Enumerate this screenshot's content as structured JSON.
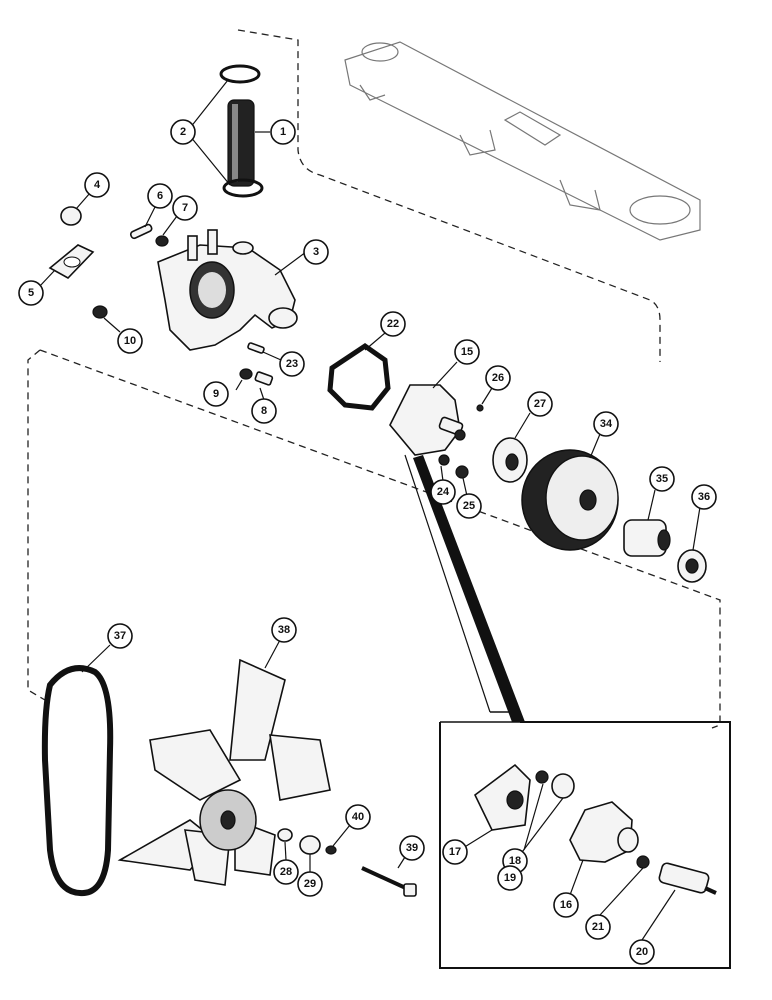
{
  "diagram": {
    "parts": [
      {
        "id": "1",
        "name": "part-1"
      },
      {
        "id": "2",
        "name": "part-2"
      },
      {
        "id": "3",
        "name": "part-3"
      },
      {
        "id": "4",
        "name": "part-4"
      },
      {
        "id": "5",
        "name": "part-5"
      },
      {
        "id": "6",
        "name": "part-6"
      },
      {
        "id": "7",
        "name": "part-7"
      },
      {
        "id": "8",
        "name": "part-8"
      },
      {
        "id": "9",
        "name": "part-9"
      },
      {
        "id": "10",
        "name": "part-10"
      },
      {
        "id": "15",
        "name": "part-15"
      },
      {
        "id": "16",
        "name": "part-16"
      },
      {
        "id": "17",
        "name": "part-17"
      },
      {
        "id": "18",
        "name": "part-18"
      },
      {
        "id": "19",
        "name": "part-19"
      },
      {
        "id": "20",
        "name": "part-20"
      },
      {
        "id": "21",
        "name": "part-21"
      },
      {
        "id": "22",
        "name": "part-22"
      },
      {
        "id": "23",
        "name": "part-23"
      },
      {
        "id": "24",
        "name": "part-24"
      },
      {
        "id": "25",
        "name": "part-25"
      },
      {
        "id": "26",
        "name": "part-26"
      },
      {
        "id": "27",
        "name": "part-27"
      },
      {
        "id": "28",
        "name": "part-28"
      },
      {
        "id": "29",
        "name": "part-29"
      },
      {
        "id": "34",
        "name": "part-34"
      },
      {
        "id": "35",
        "name": "part-35"
      },
      {
        "id": "36",
        "name": "part-36"
      },
      {
        "id": "37",
        "name": "part-37"
      },
      {
        "id": "38",
        "name": "part-38"
      },
      {
        "id": "39",
        "name": "part-39"
      },
      {
        "id": "40",
        "name": "part-40"
      }
    ]
  }
}
